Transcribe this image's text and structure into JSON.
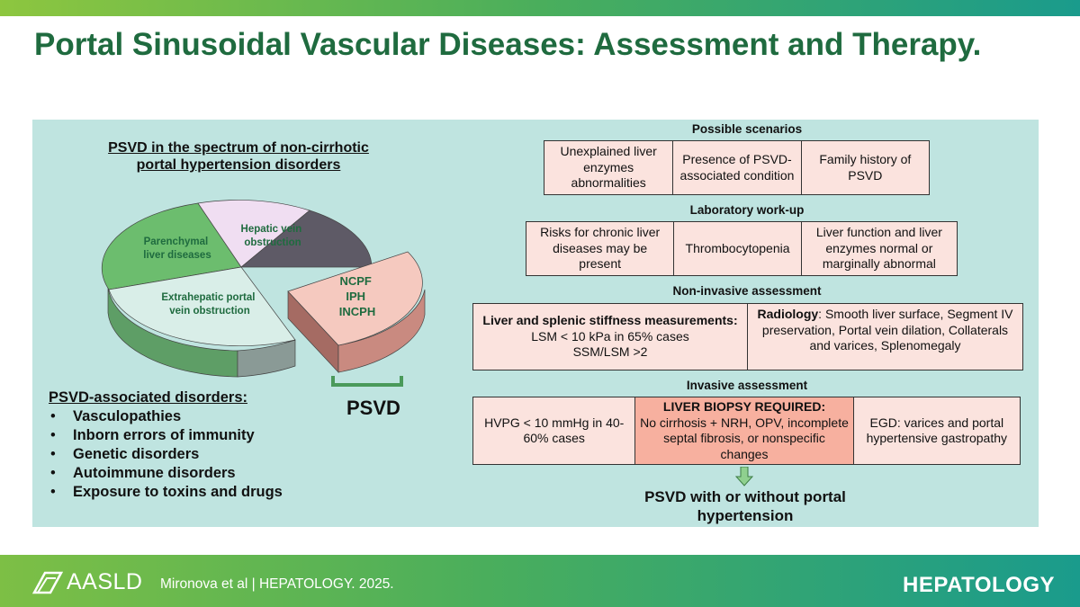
{
  "title": "Portal Sinusoidal Vascular Diseases: Assessment and Therapy.",
  "pie": {
    "title": "PSVD in the spectrum of non-cirrhotic portal hypertension disorders",
    "labels": {
      "hepatic_vein": [
        "Hepatic vein",
        "obstruction"
      ],
      "parenchymal": [
        "Parenchymal",
        "liver diseases"
      ],
      "extrahepatic": [
        "Extrahepatic portal",
        "vein obstruction"
      ],
      "psvd_slice": [
        "NCPF",
        "IPH",
        "INCPH"
      ]
    },
    "colors": {
      "hepatic_vein": "#f0def2",
      "parenchymal": "#6cbd6e",
      "extrahepatic": "#d9eee8",
      "psvd_slice": "#f5c9bf",
      "dark_sector": "#5e5a66"
    },
    "bracket_label": "PSVD"
  },
  "associated": {
    "title": "PSVD-associated disorders:",
    "items": [
      "Vasculopathies",
      "Inborn errors of immunity",
      "Genetic disorders",
      "Autoimmune disorders",
      "Exposure to toxins and drugs"
    ]
  },
  "scenarios": {
    "title": "Possible scenarios",
    "cells": [
      "Unexplained liver enzymes abnormalities",
      "Presence of PSVD-associated condition",
      "Family history of PSVD"
    ]
  },
  "lab": {
    "title": "Laboratory work-up",
    "cells": [
      "Risks for chronic liver diseases may be present",
      "Thrombocytopenia",
      "Liver function and liver enzymes normal or marginally abnormal"
    ]
  },
  "noninvasive": {
    "title": "Non-invasive assessment",
    "left_bold": "Liver and splenic stiffness measurements:",
    "left_l1": "LSM < 10 kPa in 65% cases",
    "left_l2": "SSM/LSM >2",
    "right_bold": "Radiology",
    "right_rest": ": Smooth liver surface, Segment IV preservation, Portal vein dilation, Collaterals and varices, Splenomegaly"
  },
  "invasive": {
    "title": "Invasive assessment",
    "cell1": "HVPG < 10 mmHg in 40-60% cases",
    "cell2_bold": "LIVER BIOPSY REQUIRED:",
    "cell2_rest": "No cirrhosis + NRH, OPV, incomplete septal fibrosis, or nonspecific changes",
    "cell3": "EGD: varices and portal hypertensive gastropathy"
  },
  "final": "PSVD with or without portal hypertension",
  "footer": {
    "org": "AASLD",
    "citation": "Mironova et al  |  HEPATOLOGY. 2025.",
    "journal": "HEPATOLOGY"
  },
  "theme": {
    "title_green": "#1f6b3f",
    "panel": "#bfe4e0",
    "cell_fill": "#fbe3de",
    "highlight_fill": "#f7b09f",
    "arrow_green": "#4a9a5a"
  }
}
